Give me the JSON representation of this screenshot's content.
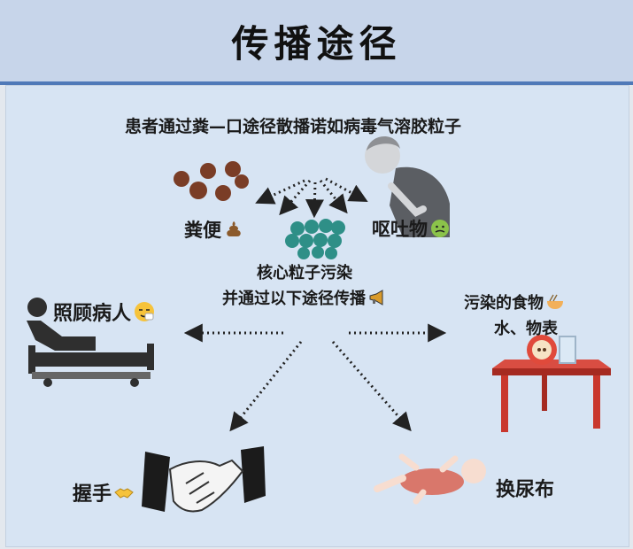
{
  "title": "传播途径",
  "intro": "患者通过粪—口途径散播诺如病毒气溶胶粒子",
  "sources": {
    "feces": "粪便",
    "vomit": "呕吐物"
  },
  "core": {
    "line1": "核心粒子污染",
    "line2": "并通过以下途径传播"
  },
  "routes": {
    "care": "照顾病人",
    "food_line1": "污染的食物",
    "food_line2": "水、物表",
    "handshake": "握手",
    "diaper": "换尿布"
  },
  "colors": {
    "header_bg": "#c7d5ea",
    "header_border": "#4f79b8",
    "panel_bg": "#d7e4f3",
    "feces": "#7a3d26",
    "virus": "#2e8f87",
    "dark_icon": "#2f2f2f",
    "table": "#c9372d"
  }
}
